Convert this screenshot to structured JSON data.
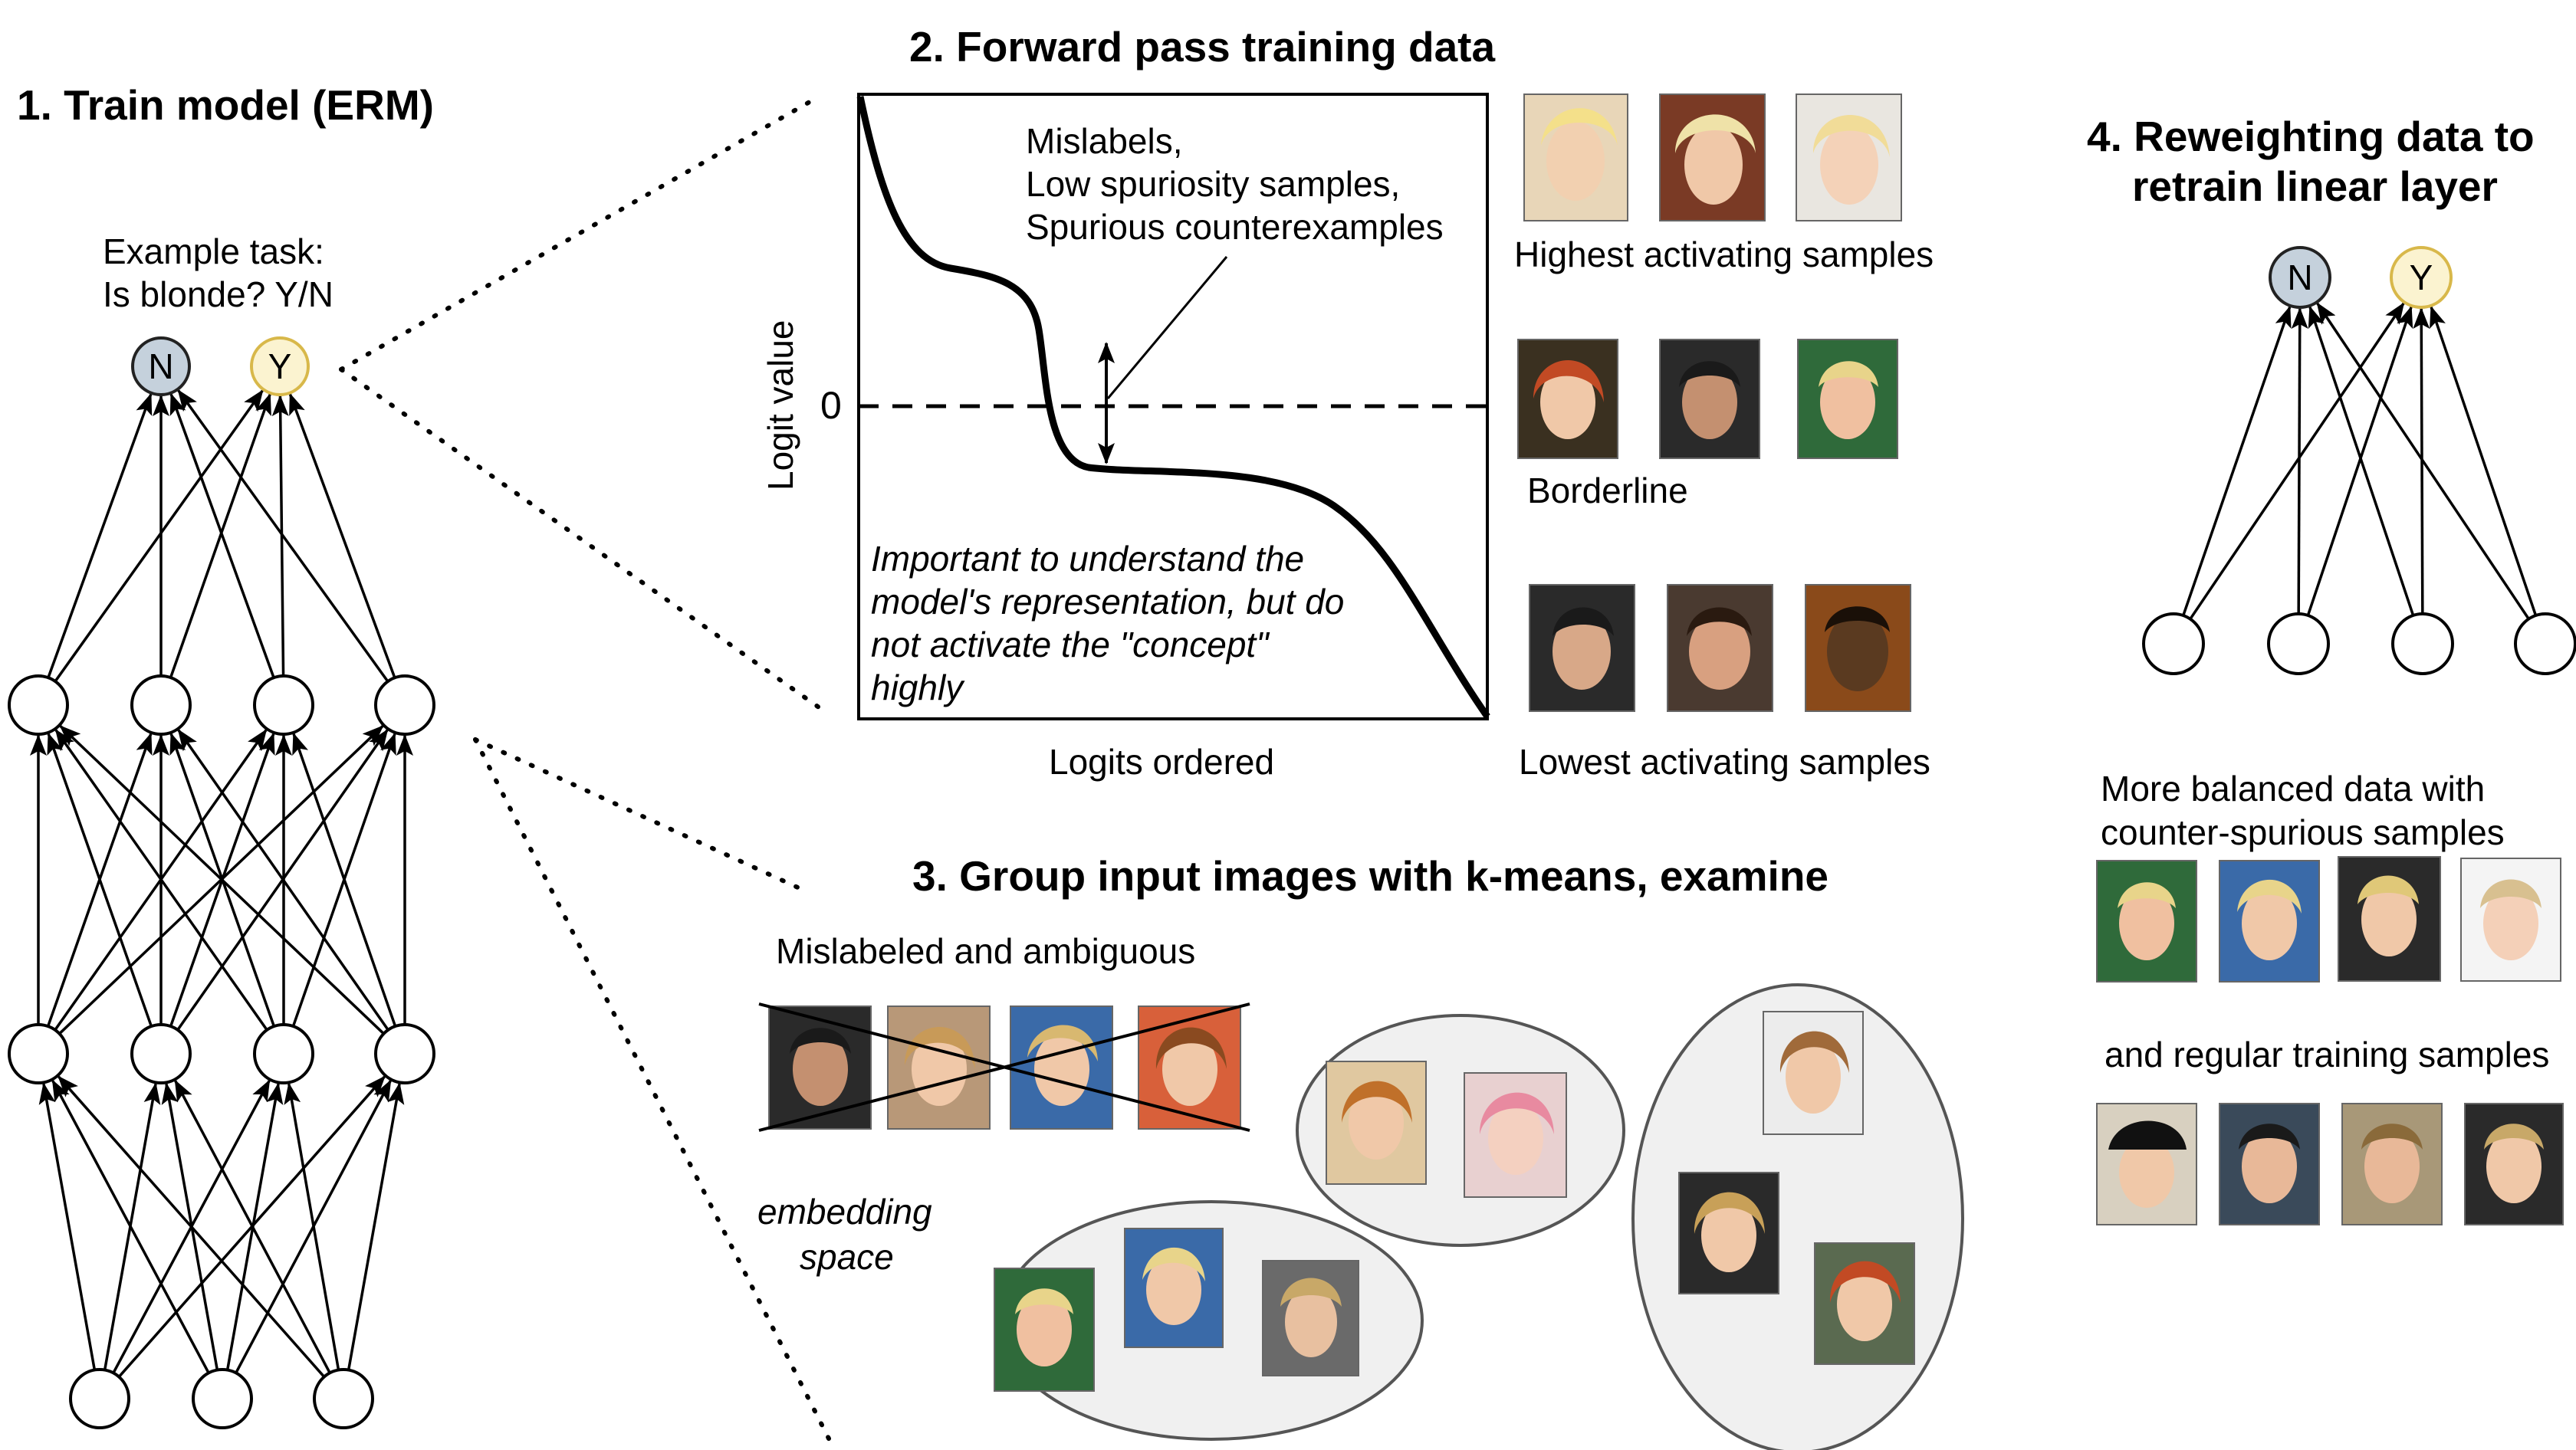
{
  "step1": {
    "title": "1. Train model (ERM)",
    "example_line1": "Example task:",
    "example_line2": "Is blonde? Y/N",
    "node_n": "N",
    "node_y": "Y"
  },
  "step2": {
    "title": "2. Forward pass training data",
    "y_axis_label": "Logit value",
    "zero_label": "0",
    "x_axis_label": "Logits ordered",
    "callout_line1": "Mislabels,",
    "callout_line2": "Low spuriosity samples,",
    "callout_line3": "Spurious counterexamples",
    "note_line1": "Important to understand the",
    "note_line2": "model's representation, but do",
    "note_line3": "not activate the \"concept\"",
    "note_line4": "highly",
    "highest_label": "Highest activating samples",
    "borderline_label": "Borderline",
    "lowest_label": "Lowest activating samples"
  },
  "step3": {
    "title": "3. Group input images with k-means, examine",
    "mislabeled_label": "Mislabeled and ambiguous",
    "embedding_line1": "embedding",
    "embedding_line2": "space"
  },
  "step4": {
    "title_line1": "4. Reweighting data to",
    "title_line2": "retrain linear layer",
    "node_n": "N",
    "node_y": "Y",
    "balanced_line1": "More balanced data with",
    "balanced_line2": "counter-spurious samples",
    "regular_label": "and regular training samples"
  },
  "colors": {
    "node_n_fill": "#c5d1dc",
    "node_y_fill": "#fbf3d0",
    "node_y_stroke": "#d8b84a",
    "cluster_fill": "#f0f0f0"
  }
}
